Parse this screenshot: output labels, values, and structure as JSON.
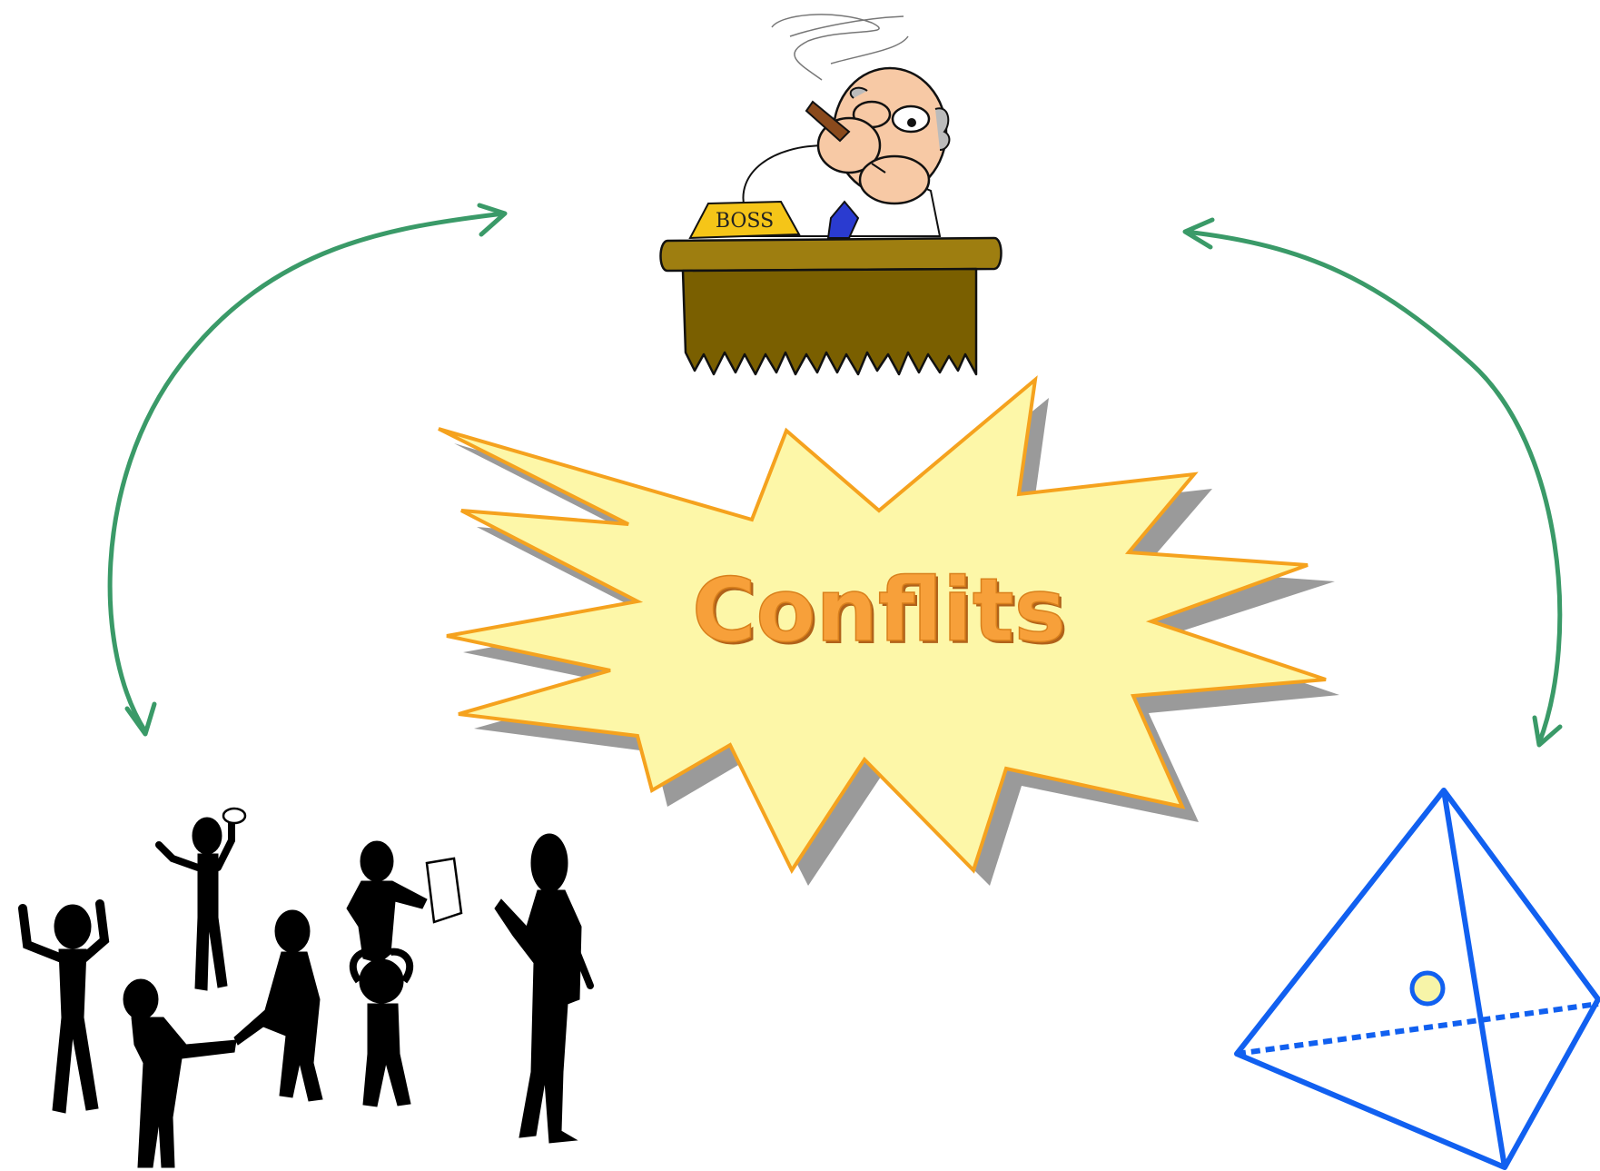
{
  "diagram": {
    "center_label": "Conflits",
    "boss_desk_sign": "BOSS",
    "nodes": [
      {
        "id": "boss",
        "icon": "boss-at-desk-icon"
      },
      {
        "id": "people",
        "icon": "group-of-people-icon"
      },
      {
        "id": "structure",
        "icon": "tetrahedron-icon"
      }
    ],
    "links": [
      {
        "from": "boss",
        "to": "people",
        "style": "double-arrow"
      },
      {
        "from": "boss",
        "to": "structure",
        "style": "double-arrow"
      }
    ],
    "colors": {
      "arrow": "#3a9a68",
      "burst_fill": "#fdf7a8",
      "burst_stroke": "#f5a21e",
      "burst_shadow": "#9a9a9a",
      "label": "#f7a03a",
      "tetrahedron": "#1160f0",
      "tetra_dot_fill": "#f7f4a8",
      "desk_top": "#9e7e10",
      "desk_front": "#7a5f00",
      "plaque": "#f5c518",
      "skin": "#f7c9a5",
      "tie": "#2a3bd0",
      "silhouette": "#000000"
    }
  }
}
